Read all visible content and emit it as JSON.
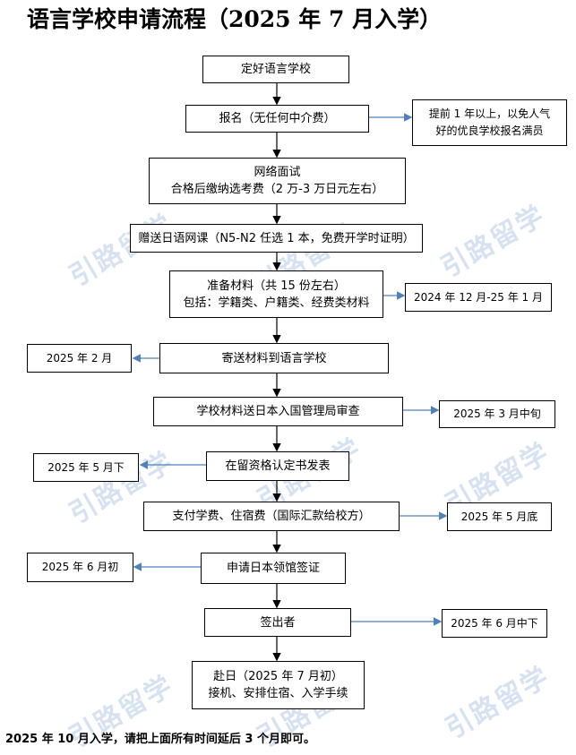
{
  "title": "语言学校申请流程（2025 年 7 月入学）",
  "watermark": "引路留学",
  "steps": [
    {
      "lines": [
        "定好语言学校"
      ]
    },
    {
      "lines": [
        "报名（无任何中介费）"
      ]
    },
    {
      "lines": [
        "网络面试",
        "合格后缴纳选考费（2 万-3 万日元左右）"
      ]
    },
    {
      "lines": [
        "赠送日语网课（N5-N2 任选 1 本，免费开学时证明）"
      ]
    },
    {
      "lines": [
        "准备材料（共 15 份左右）",
        "包括：学籍类、户籍类、经费类材料"
      ]
    },
    {
      "lines": [
        "寄送材料到语言学校"
      ]
    },
    {
      "lines": [
        "学校材料送日本入国管理局审查"
      ]
    },
    {
      "lines": [
        "在留资格认定书发表"
      ]
    },
    {
      "lines": [
        "支付学费、住宿费（国际汇款给校方）"
      ]
    },
    {
      "lines": [
        "申请日本领馆签证"
      ]
    },
    {
      "lines": [
        "签出者"
      ]
    },
    {
      "lines": [
        "赴日（2025 年 7 月初）",
        "接机、安排住宿、入学手续"
      ]
    }
  ],
  "notes": [
    {
      "lines": [
        "提前 1 年以上，以免人气",
        "好的优良学校报名满员"
      ]
    },
    {
      "lines": [
        "2024 年 12 月-25 年 1 月"
      ]
    },
    {
      "lines": [
        "2025 年 2 月"
      ]
    },
    {
      "lines": [
        "2025 年 3 月中旬"
      ]
    },
    {
      "lines": [
        "2025 年 5 月下"
      ]
    },
    {
      "lines": [
        "2025 年 5 月底"
      ]
    },
    {
      "lines": [
        "2025 年 6 月初"
      ]
    },
    {
      "lines": [
        "2025 年 6 月中下"
      ]
    }
  ],
  "footer": "2025 年 10 月入学，请把上面所有时间延后 3 个月即可。",
  "colors": {
    "arrow_side": "#4f81bd",
    "arrow_main": "#000000",
    "watermark": "#c9d9ee"
  }
}
